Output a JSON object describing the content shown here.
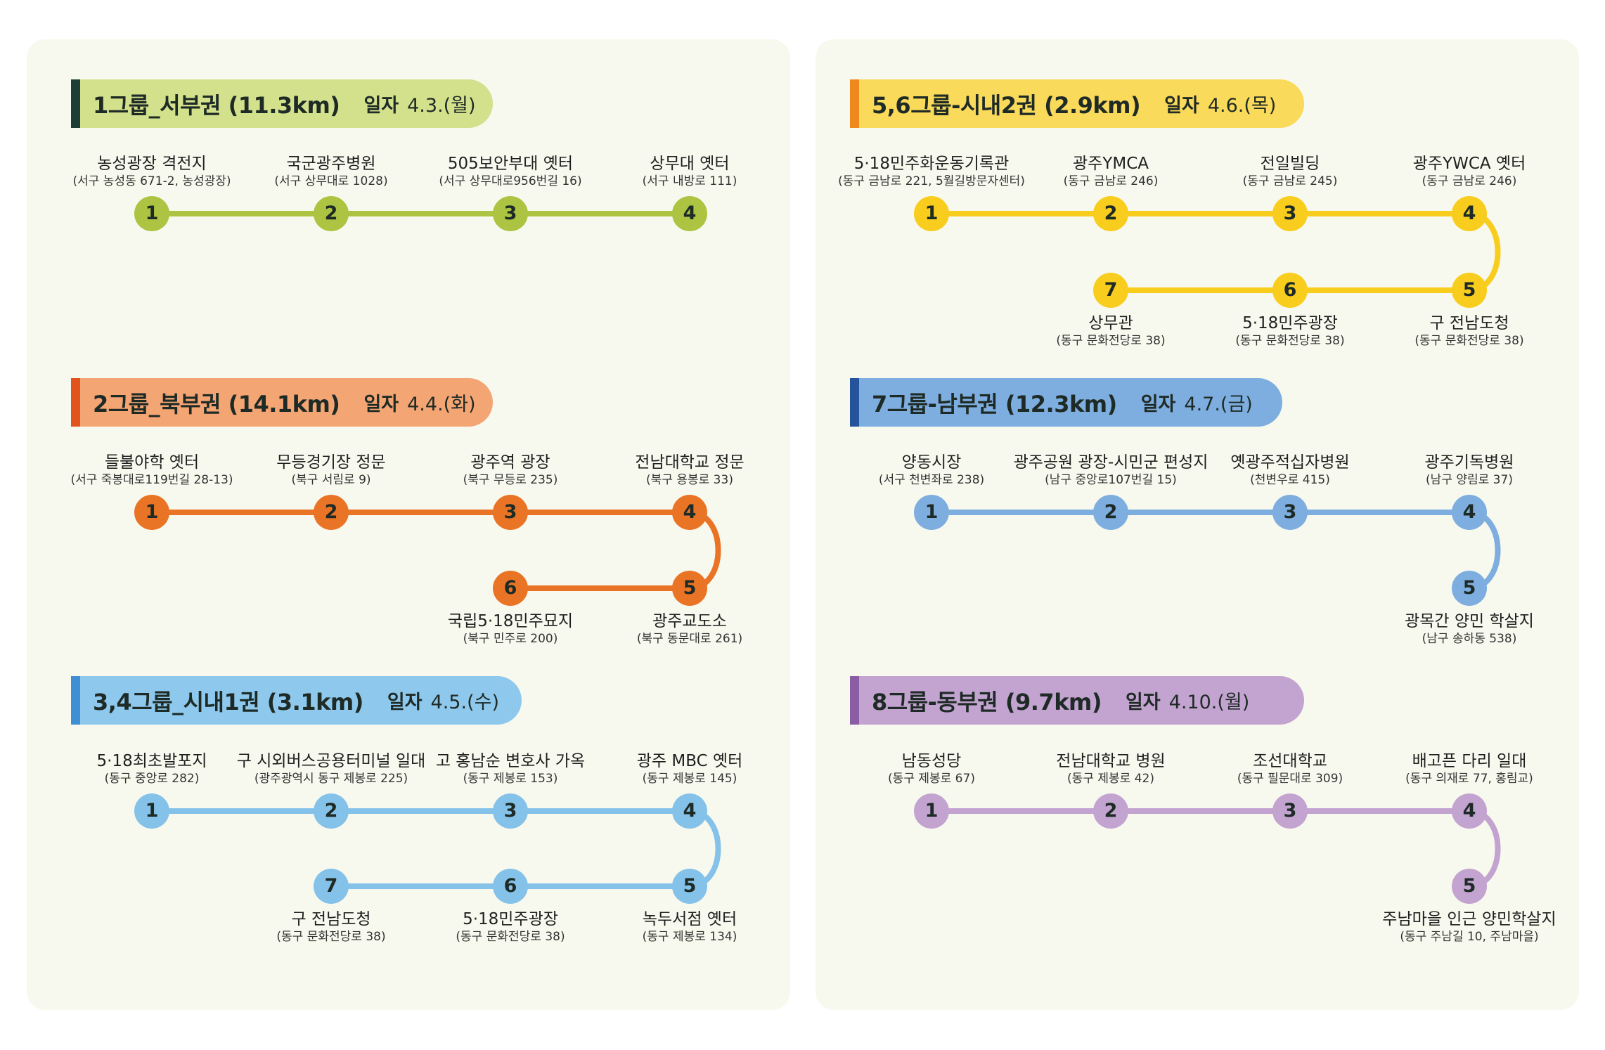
{
  "colors": {
    "panel_bg": "#f8f9ee",
    "text_dark": "#1e2a25"
  },
  "groups": [
    {
      "id": "g1",
      "title": "1그룹_서부권 (11.3km)",
      "date_label": "일자",
      "date": "4.3.(월)",
      "color": "#acc442",
      "pill_color": "#d3e08c",
      "bar_color": "#1e3d34",
      "stops": [
        {
          "num": "1",
          "name": "농성광장 격전지",
          "addr": "(서구 농성동 671-2, 농성광장)"
        },
        {
          "num": "2",
          "name": "국군광주병원",
          "addr": "(서구 상무대로 1028)"
        },
        {
          "num": "3",
          "name": "505보안부대 옛터",
          "addr": "(서구 상무대로956번길 16)"
        },
        {
          "num": "4",
          "name": "상무대 옛터",
          "addr": "(서구 내방로 111)"
        }
      ]
    },
    {
      "id": "g2",
      "title": "2그룹_북부권 (14.1km)",
      "date_label": "일자",
      "date": "4.4.(화)",
      "color": "#ea7425",
      "pill_color": "#f4a574",
      "bar_color": "#e2541e",
      "stops": [
        {
          "num": "1",
          "name": "들불야학 옛터",
          "addr": "(서구 죽봉대로119번길 28-13)"
        },
        {
          "num": "2",
          "name": "무등경기장 정문",
          "addr": "(북구 서림로 9)"
        },
        {
          "num": "3",
          "name": "광주역 광장",
          "addr": "(북구 무등로 235)"
        },
        {
          "num": "4",
          "name": "전남대학교 정문",
          "addr": "(북구 용봉로 33)"
        },
        {
          "num": "5",
          "name": "광주교도소",
          "addr": "(북구 동문대로 261)"
        },
        {
          "num": "6",
          "name": "국립5·18민주묘지",
          "addr": "(북구 민주로 200)"
        }
      ]
    },
    {
      "id": "g3",
      "title": "3,4그룹_시내1권 (3.1km)",
      "date_label": "일자",
      "date": "4.5.(수)",
      "color": "#85c2e9",
      "pill_color": "#8ec8ec",
      "bar_color": "#3f8fd4",
      "stops": [
        {
          "num": "1",
          "name": "5·18최초발포지",
          "addr": "(동구 중앙로 282)"
        },
        {
          "num": "2",
          "name": "구 시외버스공용터미널 일대",
          "addr": "(광주광역시 동구 제봉로 225)"
        },
        {
          "num": "3",
          "name": "고 홍남순 변호사 가옥",
          "addr": "(동구 제봉로 153)"
        },
        {
          "num": "4",
          "name": "광주 MBC 옛터",
          "addr": "(동구 제봉로 145)"
        },
        {
          "num": "5",
          "name": "녹두서점 옛터",
          "addr": "(동구 제봉로 134)"
        },
        {
          "num": "6",
          "name": "5·18민주광장",
          "addr": "(동구 문화전당로 38)"
        },
        {
          "num": "7",
          "name": "구 전남도청",
          "addr": "(동구 문화전당로 38)"
        }
      ]
    },
    {
      "id": "g4",
      "title": "5,6그룹-시내2권 (2.9km)",
      "date_label": "일자",
      "date": "4.6.(목)",
      "color": "#f8cd1e",
      "pill_color": "#fada5a",
      "bar_color": "#ee8a1d",
      "stops": [
        {
          "num": "1",
          "name": "5·18민주화운동기록관",
          "addr": "(동구 금남로 221, 5월길방문자센터)"
        },
        {
          "num": "2",
          "name": "광주YMCA",
          "addr": "(동구 금남로 246)"
        },
        {
          "num": "3",
          "name": "전일빌딩",
          "addr": "(동구 금남로 245)"
        },
        {
          "num": "4",
          "name": "광주YWCA 옛터",
          "addr": "(동구 금남로 246)"
        },
        {
          "num": "5",
          "name": "구 전남도청",
          "addr": "(동구 문화전당로 38)"
        },
        {
          "num": "6",
          "name": "5·18민주광장",
          "addr": "(동구 문화전당로 38)"
        },
        {
          "num": "7",
          "name": "상무관",
          "addr": "(동구 문화전당로 38)"
        }
      ]
    },
    {
      "id": "g5",
      "title": "7그룹-남부권 (12.3km)",
      "date_label": "일자",
      "date": "4.7.(금)",
      "color": "#7eaedf",
      "pill_color": "#7eaedf",
      "bar_color": "#24549c",
      "stops": [
        {
          "num": "1",
          "name": "양동시장",
          "addr": "(서구 천변좌로 238)"
        },
        {
          "num": "2",
          "name": "광주공원 광장-시민군 편성지",
          "addr": "(남구 중앙로107번길 15)"
        },
        {
          "num": "3",
          "name": "옛광주적십자병원",
          "addr": "(천변우로 415)"
        },
        {
          "num": "4",
          "name": "광주기독병원",
          "addr": "(남구 양림로 37)"
        },
        {
          "num": "5",
          "name": "광목간 양민 학살지",
          "addr": "(남구 송하동 538)"
        }
      ]
    },
    {
      "id": "g6",
      "title": "8그룹-동부권 (9.7km)",
      "date_label": "일자",
      "date": "4.10.(월)",
      "color": "#c3a3d0",
      "pill_color": "#c3a3d0",
      "bar_color": "#8a5da4",
      "stops": [
        {
          "num": "1",
          "name": "남동성당",
          "addr": "(동구 제봉로 67)"
        },
        {
          "num": "2",
          "name": "전남대학교 병원",
          "addr": "(동구 제봉로 42)"
        },
        {
          "num": "3",
          "name": "조선대학교",
          "addr": "(동구 필문대로 309)"
        },
        {
          "num": "4",
          "name": "배고픈 다리 일대",
          "addr": "(동구 의재로 77, 홍림교)"
        },
        {
          "num": "5",
          "name": "주남마을 인근 양민학살지",
          "addr": "(동구 주남길 10, 주남마을)"
        }
      ]
    }
  ]
}
